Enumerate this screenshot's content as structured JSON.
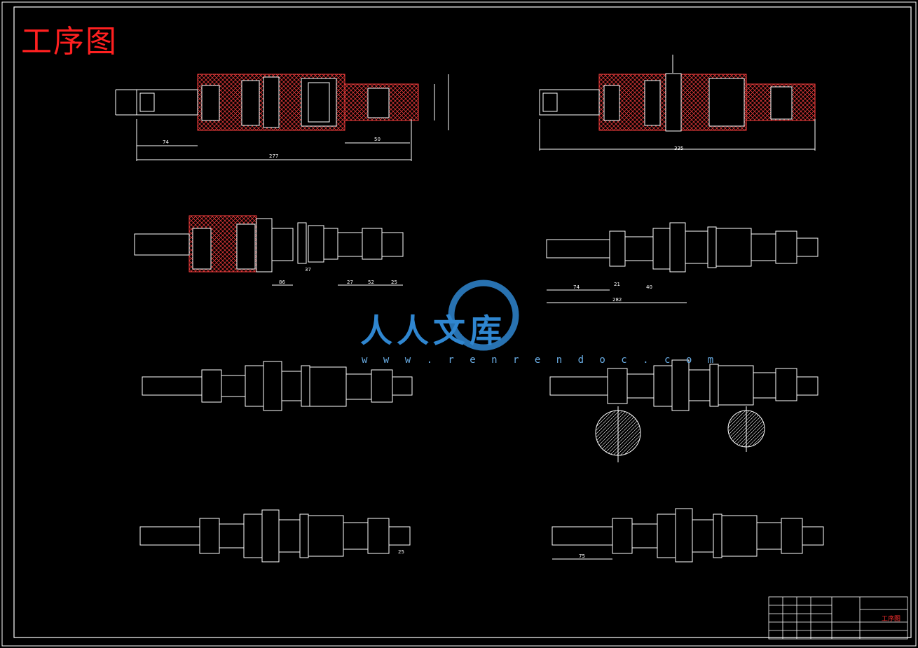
{
  "sheet": {
    "title": "工序图",
    "background": "#000000",
    "line_color": "#ffffff",
    "accent_red": "#ff2020",
    "dimension_color": "#ffffff"
  },
  "watermark": {
    "text": "人人文库",
    "url": "w w w . r e n r e n d o c . c o m",
    "color": "#2f86d0"
  },
  "views": [
    {
      "id": "v1",
      "dims": [
        "74",
        "50",
        "277"
      ]
    },
    {
      "id": "v2",
      "dims": [
        "335"
      ]
    },
    {
      "id": "v3",
      "dims": [
        "86",
        "37",
        "27",
        "52",
        "25"
      ]
    },
    {
      "id": "v4",
      "dims": [
        "74",
        "21",
        "40",
        "282"
      ]
    },
    {
      "id": "v5",
      "dims": []
    },
    {
      "id": "v6",
      "dims": []
    },
    {
      "id": "v7",
      "dims": [
        "25"
      ]
    },
    {
      "id": "v8",
      "dims": [
        "75"
      ]
    }
  ],
  "title_block": {
    "drawing_name": "工序图"
  }
}
